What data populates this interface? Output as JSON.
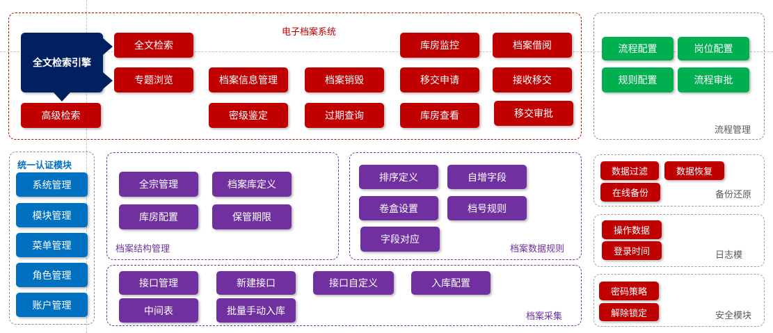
{
  "colors": {
    "system": "#c00000",
    "engine": "#002060",
    "auth": "#0070c0",
    "structure": "#7030a0",
    "workflow": "#00b050",
    "panel_title_gray": "#595959"
  },
  "system": {
    "title": "电子档案系统",
    "engine": "全文检索引擎",
    "buttons": [
      "全文检索",
      "专题浏览",
      "高级检索",
      "档案信息管理",
      "密级鉴定",
      "档案销毁",
      "过期查询",
      "库房监控",
      "移交申请",
      "库房查看",
      "档案借阅",
      "接收移交",
      "移交审批"
    ]
  },
  "workflow": {
    "title": "流程管理",
    "buttons": [
      "流程配置",
      "岗位配置",
      "规则配置",
      "流程审批"
    ]
  },
  "auth": {
    "title": "统一认证模块",
    "buttons": [
      "系统管理",
      "模块管理",
      "菜单管理",
      "角色管理",
      "账户管理"
    ]
  },
  "structure": {
    "title": "档案结构管理",
    "buttons": [
      "全宗管理",
      "档案库定义",
      "库房配置",
      "保管期限"
    ]
  },
  "rules": {
    "title": "档案数据规则",
    "buttons": [
      "排序定义",
      "自增字段",
      "卷盒设置",
      "档号规则",
      "字段对应"
    ]
  },
  "collect": {
    "title": "档案采集",
    "buttons": [
      "接口管理",
      "新建接口",
      "接口自定义",
      "入库配置",
      "中间表",
      "批量手动入库"
    ]
  },
  "backup": {
    "title": "备份还原",
    "buttons": [
      "数据过滤",
      "数据恢复",
      "在线备份"
    ]
  },
  "log": {
    "title": "日志模",
    "buttons": [
      "操作数据",
      "登录时间"
    ]
  },
  "security": {
    "title": "安全模块",
    "buttons": [
      "密码策略",
      "解除锁定"
    ]
  }
}
